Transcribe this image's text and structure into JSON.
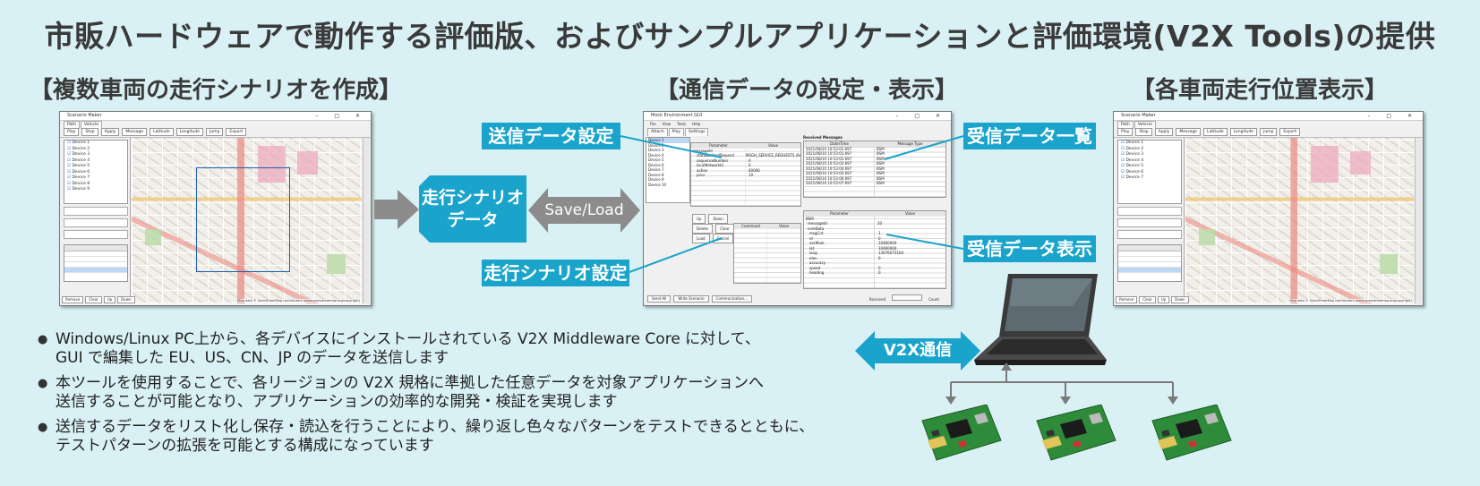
{
  "header": {
    "title": "市販ハードウェアで動作する評価版、およびサンプルアプリケーションと評価環境(V2X Tools)の提供"
  },
  "sections": {
    "left": "【複数車両の走行シナリオを作成】",
    "center": "【通信データの設定・表示】",
    "right": "【各車両走行位置表示】"
  },
  "flow": {
    "scenario_data": [
      "走行シナリオ",
      "データ"
    ],
    "save_load": "Save/Load",
    "v2x_comm": "V2X通信"
  },
  "callouts": {
    "send_data_settings": "送信データ設定",
    "scenario_settings": "走行シナリオ設定",
    "received_list": "受信データ一覧",
    "received_display": "受信データ表示"
  },
  "bullets": [
    [
      "Windows/Linux PC上から、各デバイスにインストールされている V2X Middleware Core に対して、",
      "GUI で編集した EU、US、CN、JP のデータを送信します"
    ],
    [
      "本ツールを使用することで、各リージョンの V2X 規格に準拠した任意データを対象アプリケーションへ",
      "送信することが可能となり、アプリケーションの効率的な開発・検証を実現します"
    ],
    [
      "送信するデータをリスト化し保存・読込を行うことにより、繰り返し色々なパターンをテストできるとともに、",
      "テストパターンの拡張を可能とする構成になっています"
    ]
  ],
  "scenario_window": {
    "title": "Scenario Maker",
    "tabs": [
      "Path",
      "Vehicle"
    ],
    "toolbar": [
      "Play",
      "Stop",
      "Apply",
      "Message",
      "Latitude",
      "Longitude",
      "Jump",
      "Export"
    ],
    "devices": [
      "Device 1",
      "Device 2",
      "Device 3",
      "Device 4",
      "Device 5",
      "Device 6",
      "Device 7",
      "Device 8",
      "Device 9"
    ],
    "bottom_buttons": [
      "Remove",
      "Clear",
      "Up",
      "Down"
    ],
    "map_credit": "Map data © OpenStreetMap contributors (www.openstreetmap.org/copyright)"
  },
  "center_window": {
    "title": "Mock Environment GUI",
    "menu": [
      "File",
      "View",
      "Tools",
      "Help"
    ],
    "tabs": [
      "Attach",
      "Play",
      "Settings"
    ],
    "devices": [
      "Device 1",
      "Device 2",
      "Device 3",
      "Device 4",
      "Device 5",
      "Device 6",
      "Device 7",
      "Device 8",
      "Device 9",
      "Device 10"
    ],
    "param_headers": [
      "Parameter",
      "Value"
    ],
    "params": [
      "messageId",
      "standardizedRequest",
      "sequenceNumber",
      "localNetworkId",
      "action",
      "prior"
    ],
    "values": [
      "",
      "MSGH_SERVICE_REQUESTS (64)",
      "0",
      "0",
      "60000",
      "10"
    ],
    "received_title": "Received Messages",
    "received_headers": [
      "Date/Time",
      "Message Type"
    ],
    "received_rows": [
      [
        "2021/08/10 10:53:01.697",
        "BSM"
      ],
      [
        "2021/08/10 10:53:01.697",
        "BSM"
      ],
      [
        "2021/08/10 10:53:02.697",
        "BSM"
      ],
      [
        "2021/08/10 10:53:03.697",
        "BSM"
      ],
      [
        "2021/08/10 10:53:04.697",
        "BSM"
      ],
      [
        "2021/08/10 10:53:05.697",
        "BSM"
      ],
      [
        "2021/08/10 10:53:06.697",
        "BSM"
      ],
      [
        "2021/08/10 10:53:07.697",
        "BSM"
      ]
    ],
    "detail_params": [
      "BSM",
      "messageId",
      "coreData",
      "msgCnt",
      "id",
      "secMark",
      "lat",
      "long",
      "elev",
      "accuracy",
      "speed",
      "heading"
    ],
    "detail_values": [
      "",
      "20",
      "",
      "1",
      "0",
      "10460000",
      "10460000",
      "13976075100",
      "0",
      "",
      "0",
      "0"
    ],
    "scenario_buttons": [
      "Up",
      "Down",
      "Delete",
      "Clear",
      "Load",
      "Cancel"
    ],
    "command_headers": [
      "Command",
      "Value"
    ],
    "footer_buttons": [
      "Send All",
      "Write Scenario",
      "Communication..."
    ],
    "footer_right": [
      "Received",
      "Count"
    ]
  },
  "map_window": {
    "title": "Scenario Maker",
    "tabs": [
      "Path",
      "Vehicle"
    ],
    "toolbar": [
      "Play",
      "Stop",
      "Apply",
      "Message",
      "Latitude",
      "Longitude",
      "Jump",
      "Export"
    ],
    "devices": [
      "Device 1",
      "Device 2",
      "Device 3",
      "Device 4",
      "Device 5",
      "Device 6",
      "Device 7"
    ],
    "bottom_buttons": [
      "Remove",
      "Clear",
      "Up",
      "Down"
    ],
    "map_credit": "Map data © OpenStreetMap contributors (www.openstreetmap.org/copyright)"
  },
  "colors": {
    "background": "#d9f0f4",
    "accent": "#1aa4cb",
    "arrow_grey": "#8c8c8c",
    "board_green": "#2e8b3a"
  }
}
